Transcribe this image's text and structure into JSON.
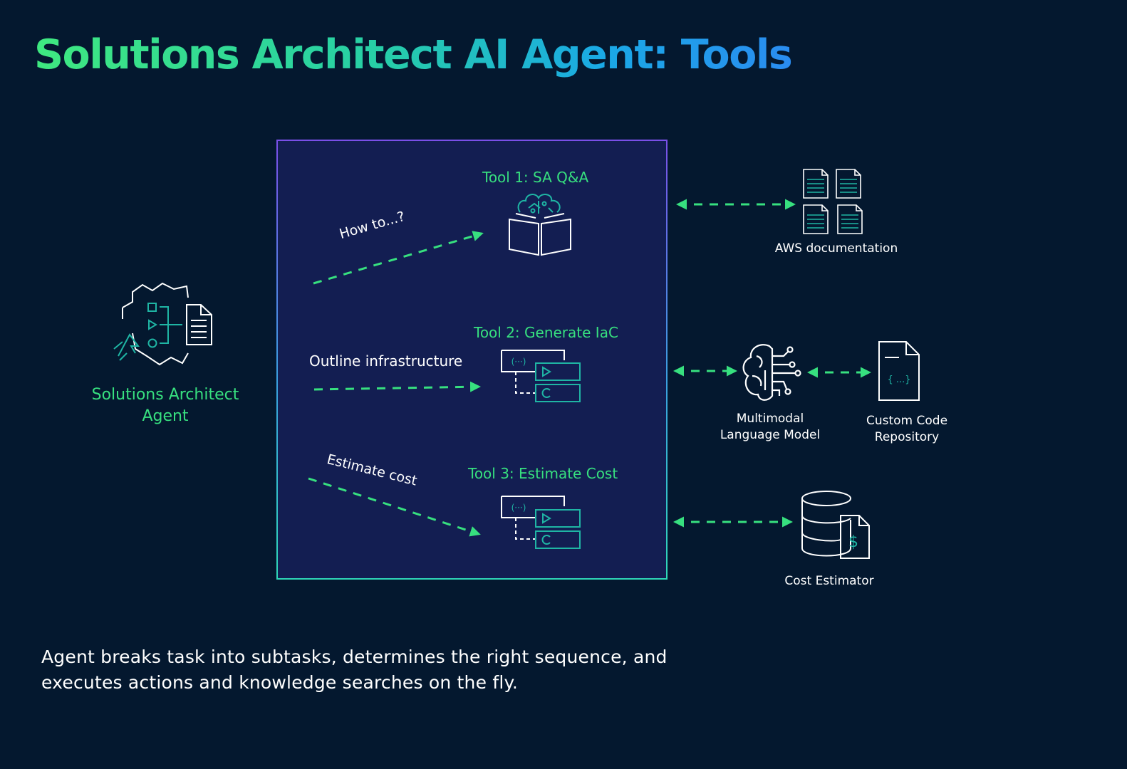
{
  "title": "Solutions Architect AI Agent: Tools",
  "agent": {
    "label_line1": "Solutions Architect",
    "label_line2": "Agent"
  },
  "tools": [
    {
      "title": "Tool 1: SA Q&A",
      "prompt": "How to...?"
    },
    {
      "title": "Tool 2: Generate IaC",
      "prompt": "Outline infrastructure"
    },
    {
      "title": "Tool 3: Estimate Cost",
      "prompt": "Estimate cost"
    }
  ],
  "resources": {
    "aws_docs": "AWS documentation",
    "mlm_line1": "Multimodal",
    "mlm_line2": "Language Model",
    "repo_line1": "Custom Code",
    "repo_line2": "Repository",
    "repo_glyph": "{ ...}",
    "cost_estimator": "Cost Estimator",
    "dollar_glyph": "$",
    "code_glyph": "(···)"
  },
  "footer": {
    "line1": "Agent breaks task into subtasks, determines the right sequence, and",
    "line2": "executes actions and knowledge searches on the fly."
  },
  "colors": {
    "background": "#04182f",
    "panel": "#131e52",
    "accent_green": "#37e07f",
    "teal": "#1fb5a4",
    "icon_white": "#ffffff"
  }
}
